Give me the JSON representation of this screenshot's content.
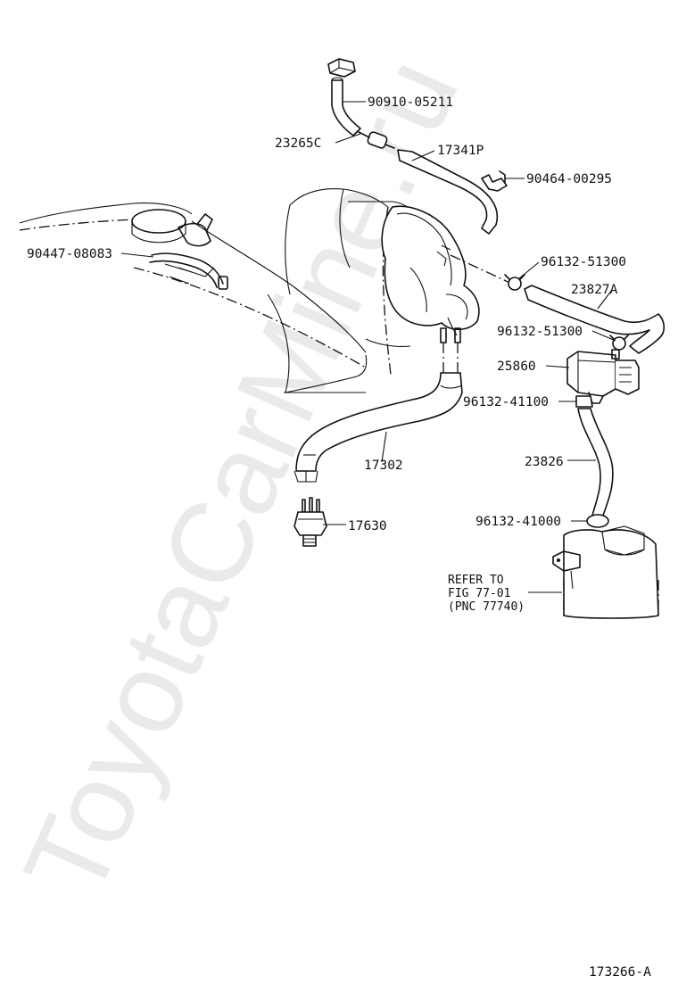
{
  "watermark": "ToyotaCarMine.ru",
  "figure_number": "173266-A",
  "parts": [
    {
      "id": "hose-upper",
      "label": "90910-05211"
    },
    {
      "id": "valve-vsv",
      "label": "23265C"
    },
    {
      "id": "hose-long",
      "label": "17341P"
    },
    {
      "id": "clamp-bracket",
      "label": "90464-00295"
    },
    {
      "id": "clamp-left",
      "label": "90447-08083"
    },
    {
      "id": "clip-upper",
      "label": "96132-51300"
    },
    {
      "id": "hose-right",
      "label": "23827A"
    },
    {
      "id": "clip-middle",
      "label": "96132-51300"
    },
    {
      "id": "vsv-valve",
      "label": "25860"
    },
    {
      "id": "clip-lower",
      "label": "96132-41100"
    },
    {
      "id": "hose-vertical",
      "label": "23826"
    },
    {
      "id": "clip-bottom",
      "label": "96132-41000"
    },
    {
      "id": "hose-vacuum",
      "label": "17302"
    },
    {
      "id": "sensor",
      "label": "17630"
    }
  ],
  "reference_note": {
    "line1": "REFER TO",
    "line2": "FIG 77-01",
    "line3": "(PNC 77740)"
  }
}
